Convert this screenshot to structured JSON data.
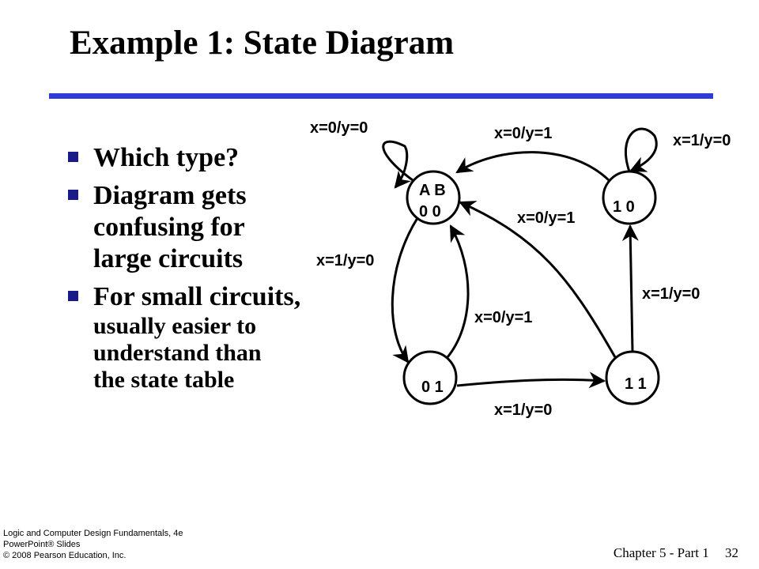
{
  "title": "Example 1: State Diagram",
  "colors": {
    "rule": "#2e3cd8",
    "bullet": "#1a1a88"
  },
  "bullets": [
    {
      "lines": [
        "Which type?"
      ]
    },
    {
      "lines": [
        "Diagram gets",
        "confusing for",
        "large circuits"
      ]
    },
    {
      "lines": [
        "For small circuits,",
        "usually easier to",
        "understand than",
        "the state table"
      ]
    }
  ],
  "diagram": {
    "states": [
      {
        "id": "00",
        "lines": [
          "A B",
          "0 0"
        ]
      },
      {
        "id": "10",
        "lines": [
          "1 0"
        ]
      },
      {
        "id": "01",
        "lines": [
          "0 1"
        ]
      },
      {
        "id": "11",
        "lines": [
          "1 1"
        ]
      }
    ],
    "transitions": [
      {
        "from": "00",
        "to": "00",
        "label": "x=0/y=0"
      },
      {
        "from": "10",
        "to": "00",
        "label": "x=0/y=1"
      },
      {
        "from": "10",
        "to": "10",
        "label": "x=1/y=0"
      },
      {
        "from": "11",
        "to": "00",
        "label": "x=0/y=1"
      },
      {
        "from": "00",
        "to": "01",
        "label": "x=1/y=0"
      },
      {
        "from": "01",
        "to": "00",
        "label": "x=0/y=1"
      },
      {
        "from": "11",
        "to": "10",
        "label": "x=1/y=0"
      },
      {
        "from": "01",
        "to": "11",
        "label": "x=1/y=0"
      }
    ]
  },
  "footer": {
    "logo_lines": [
      "Logic and Computer Design Fundamentals, 4e",
      "PowerPoint® Slides",
      "© 2008 Pearson Education, Inc."
    ],
    "chapter": "Chapter 5 - Part 1",
    "page": "32"
  }
}
